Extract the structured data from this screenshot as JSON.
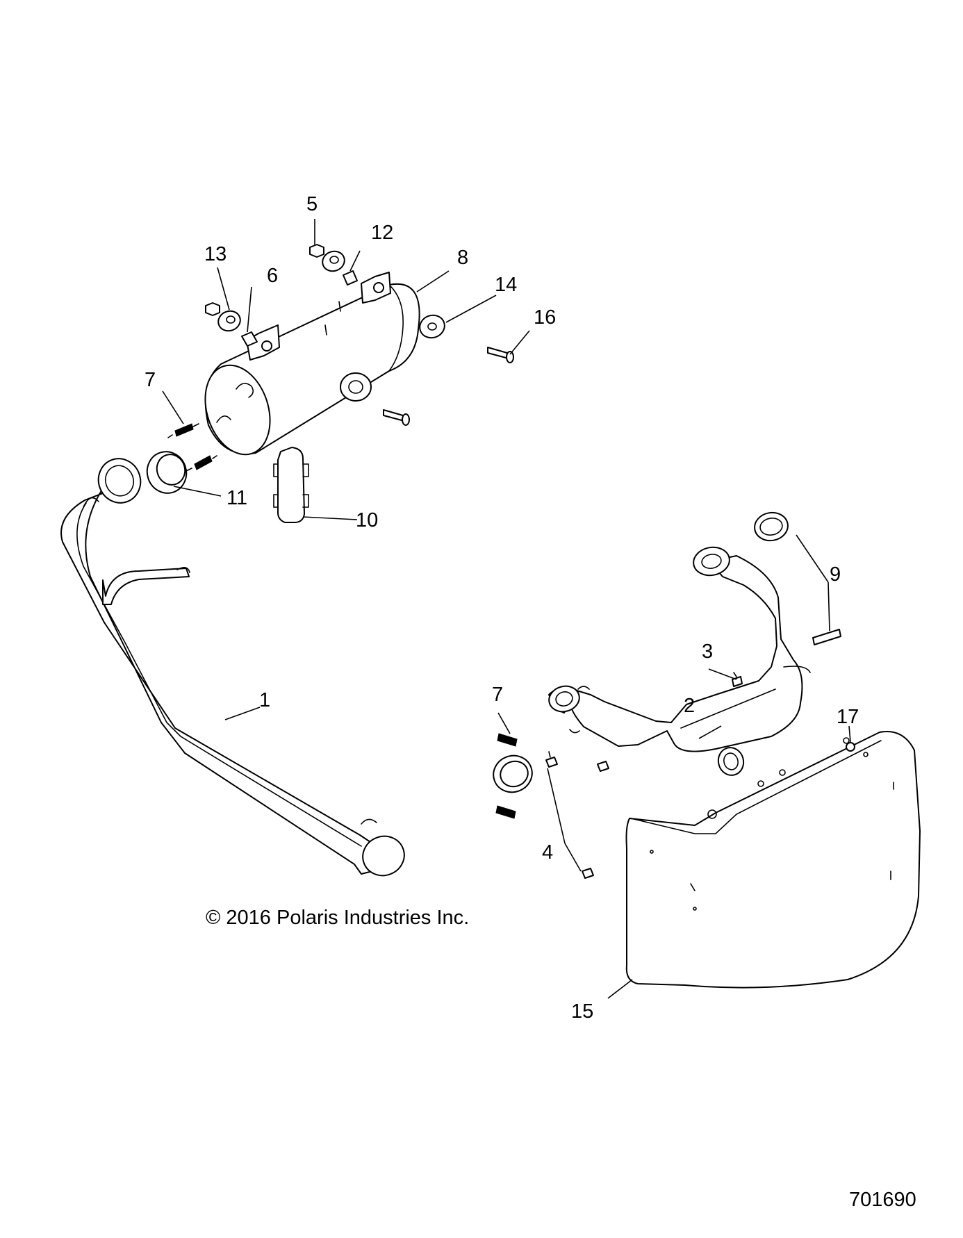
{
  "copyright": "© 2016 Polaris Industries Inc.",
  "figure_number": "701690",
  "callouts": {
    "c1": "1",
    "c2": "2",
    "c3": "3",
    "c4": "4",
    "c5": "5",
    "c6": "6",
    "c7a": "7",
    "c7b": "7",
    "c8": "8",
    "c9": "9",
    "c10": "10",
    "c11": "11",
    "c12": "12",
    "c13": "13",
    "c14": "14",
    "c15": "15",
    "c16": "16",
    "c17": "17"
  }
}
